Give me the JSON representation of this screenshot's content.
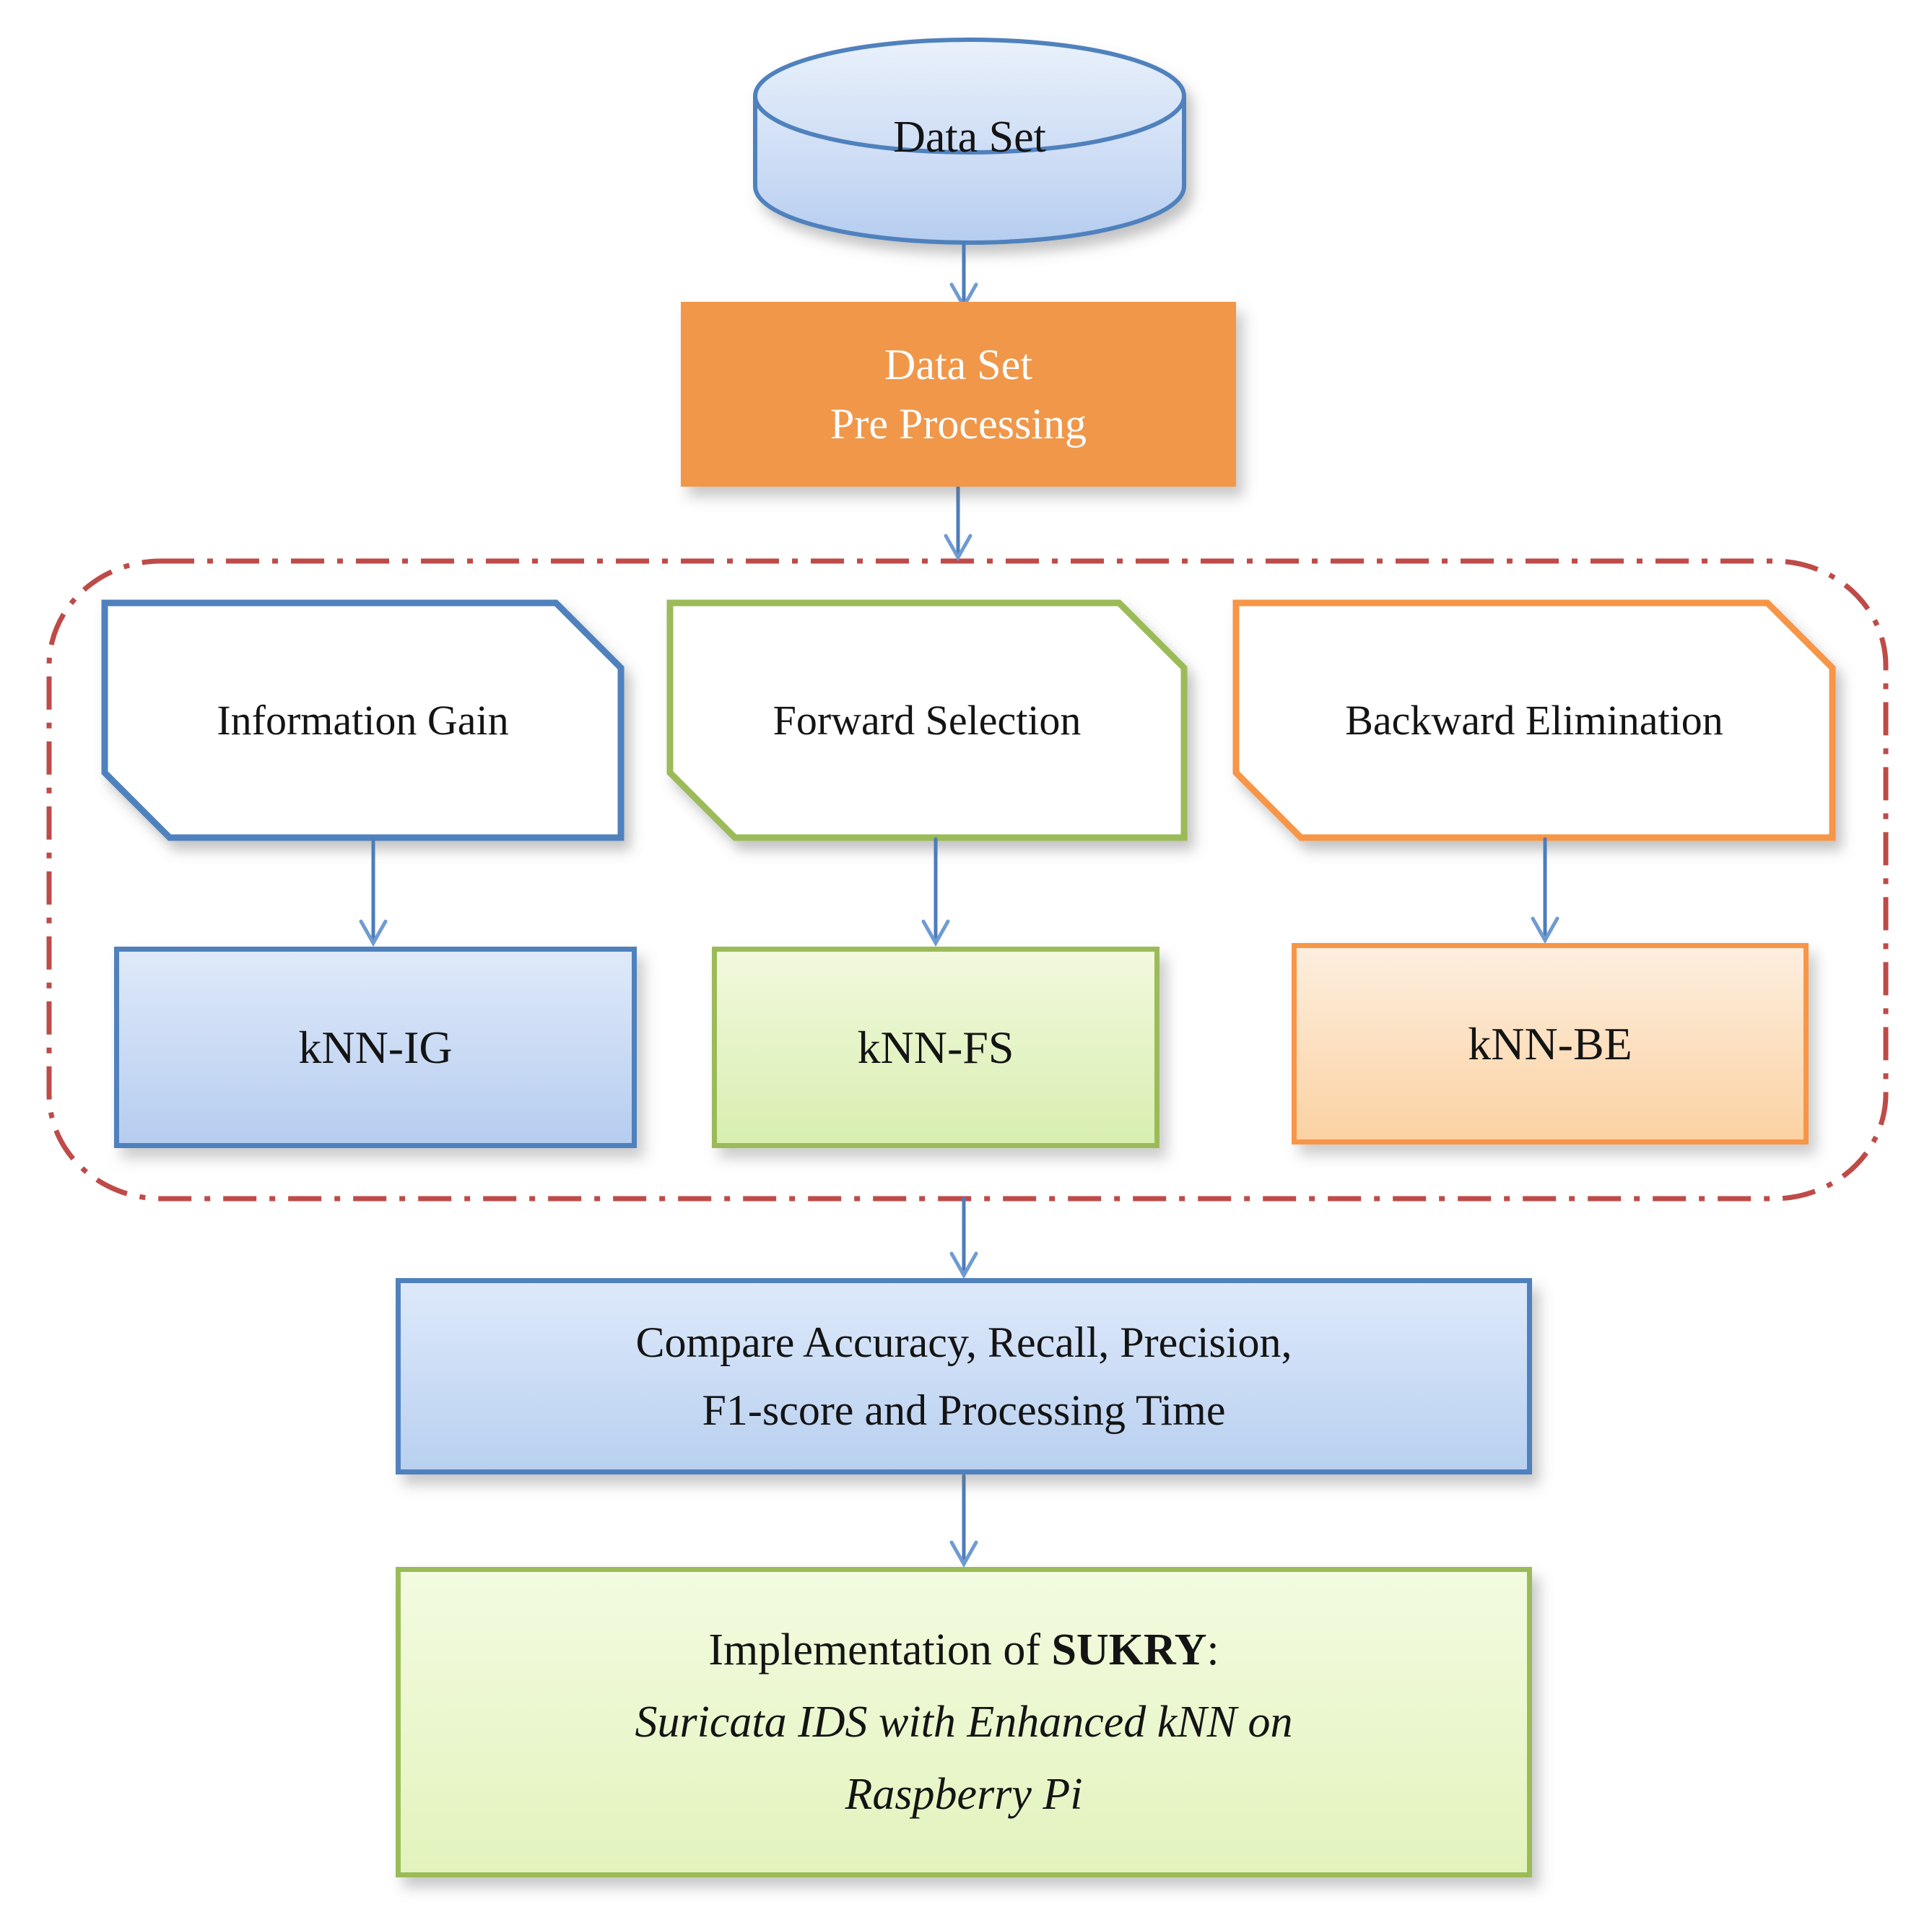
{
  "nodes": {
    "dataset": {
      "label": "Data Set"
    },
    "preprocessing": {
      "line1": "Data Set",
      "line2": "Pre Processing"
    },
    "information_gain": {
      "label": "Information Gain"
    },
    "forward_selection": {
      "label": "Forward Selection"
    },
    "backward_elimination": {
      "label": "Backward Elimination"
    },
    "knn_ig": {
      "label": "kNN-IG"
    },
    "knn_fs": {
      "label": "kNN-FS"
    },
    "knn_be": {
      "label": "kNN-BE"
    },
    "compare": {
      "line1": "Compare Accuracy, Recall, Precision,",
      "line2": "F1-score and Processing Time"
    },
    "implementation": {
      "line1_prefix": "Implementation of ",
      "line1_acronym": "SUKRY",
      "line1_suffix": ":",
      "line2": "Suricata IDS with Enhanced kNN on",
      "line3": "Raspberry Pi"
    }
  },
  "colors": {
    "accent_blue": "#4F81BD",
    "accent_green": "#9BBB59",
    "accent_orange": "#F79646",
    "orange_fill": "#F0974A",
    "dash_red": "#BE4B48",
    "arrow_blue": "#4C7DBB",
    "arrow_head_blue": "#6F9BD1",
    "blue_fill_light": "#DFE9F9",
    "blue_fill_dark": "#B6CDF0",
    "green_fill_light": "#F2F9DD",
    "green_fill_dark": "#D8EEB0",
    "orange_fill_light": "#FDEEDE",
    "orange_fill_dark": "#FBD2A3",
    "text": "#141414"
  }
}
